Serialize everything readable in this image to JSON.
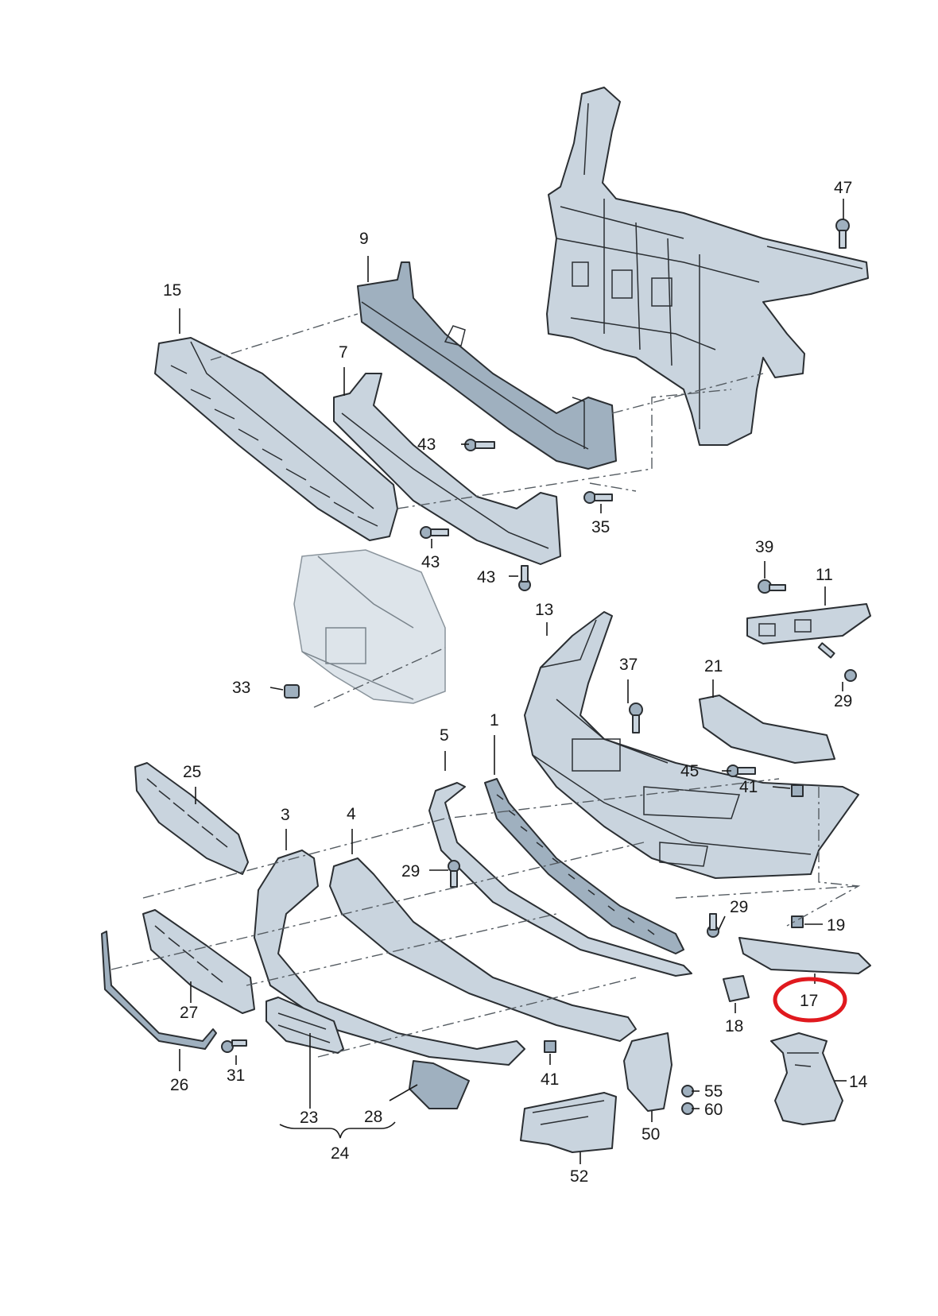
{
  "callouts": {
    "c1": "1",
    "c3": "3",
    "c4": "4",
    "c5": "5",
    "c7": "7",
    "c9": "9",
    "c11": "11",
    "c13": "13",
    "c14": "14",
    "c15": "15",
    "c17": "17",
    "c18": "18",
    "c19": "19",
    "c21": "21",
    "c23": "23",
    "c24": "24",
    "c25": "25",
    "c26": "26",
    "c27": "27",
    "c28": "28",
    "c29a": "29",
    "c29b": "29",
    "c29c": "29",
    "c31": "31",
    "c33": "33",
    "c35": "35",
    "c37": "37",
    "c39": "39",
    "c41a": "41",
    "c41b": "41",
    "c43a": "43",
    "c43b": "43",
    "c43c": "43",
    "c45": "45",
    "c47": "47",
    "c50": "50",
    "c52": "52",
    "c55": "55",
    "c60": "60"
  },
  "highlight": {
    "part": "17",
    "color": "#e0191e"
  },
  "colors": {
    "part_fill": "#c9d4de",
    "outline": "#2b2f33",
    "highlight": "#e0191e"
  }
}
